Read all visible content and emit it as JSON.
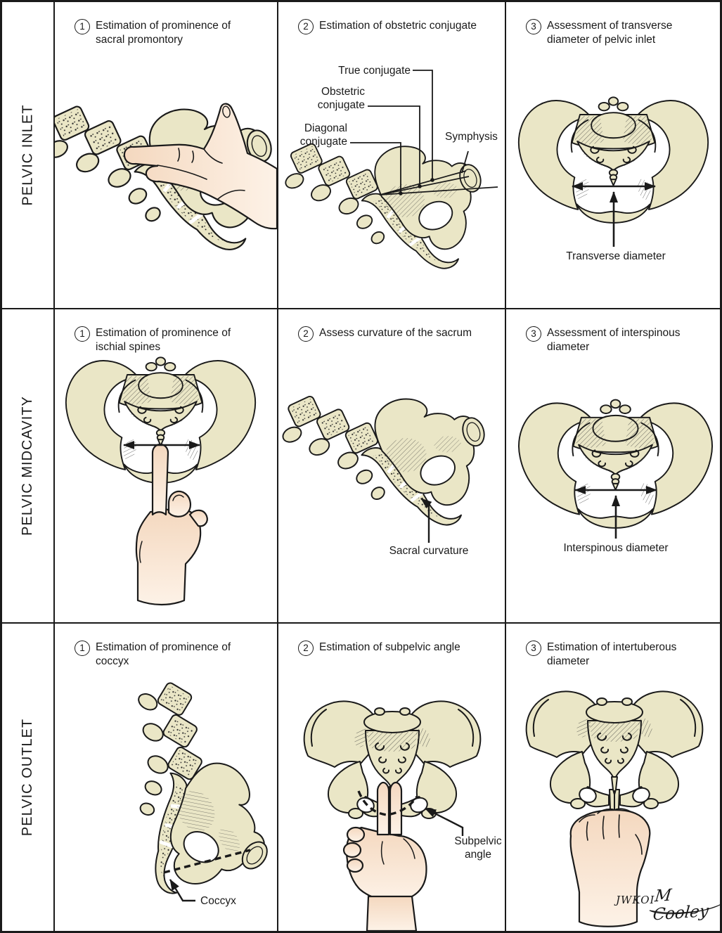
{
  "figure": {
    "rows": [
      {
        "label": "PELVIC INLET",
        "cells": [
          {
            "num": "1",
            "line1": "Estimation of prominence of",
            "line2": "sacral promontory"
          },
          {
            "num": "2",
            "line1": "Estimation of obstetric conjugate",
            "line2": "",
            "ann": {
              "true_conjugate": "True conjugate",
              "obstetric": "Obstetric\nconjugate",
              "diagonal": "Diagonal\nconjugate",
              "symphysis": "Symphysis"
            }
          },
          {
            "num": "3",
            "line1": "Assessment of transverse",
            "line2": "diameter of pelvic inlet",
            "ann": {
              "diameter": "Transverse diameter"
            }
          }
        ]
      },
      {
        "label": "PELVIC MIDCAVITY",
        "cells": [
          {
            "num": "1",
            "line1": "Estimation of prominence of",
            "line2": "ischial spines"
          },
          {
            "num": "2",
            "line1": "Assess curvature of the sacrum",
            "line2": "",
            "ann": {
              "curvature": "Sacral curvature"
            }
          },
          {
            "num": "3",
            "line1": "Assessment of interspinous",
            "line2": "diameter",
            "ann": {
              "diameter": "Interspinous diameter"
            }
          }
        ]
      },
      {
        "label": "PELVIC OUTLET",
        "cells": [
          {
            "num": "1",
            "line1": "Estimation of prominence of",
            "line2": "coccyx",
            "ann": {
              "coccyx": "Coccyx"
            }
          },
          {
            "num": "2",
            "line1": "Estimation of subpelvic angle",
            "line2": "",
            "ann": {
              "subpelvic": "Subpelvic\nangle"
            }
          },
          {
            "num": "3",
            "line1": "Estimation of intertuberous",
            "line2": "diameter"
          }
        ]
      }
    ],
    "signature": {
      "initials": "JWKOI",
      "name": "M Cooley"
    },
    "colors": {
      "bone": "#EAE6C6",
      "skin": "#F7E2CF",
      "line": "#1A1A1A"
    }
  }
}
